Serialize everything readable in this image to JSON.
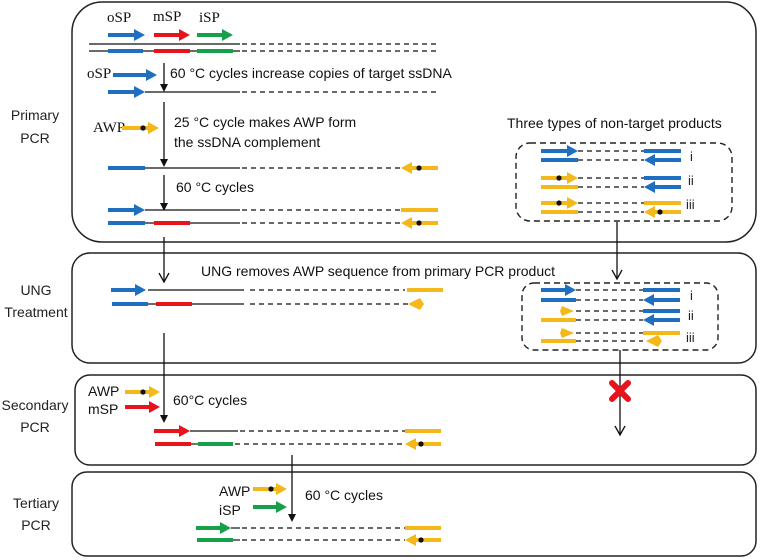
{
  "colors": {
    "oSP": "#1f6fc0",
    "mSP": "#e8141b",
    "iSP": "#17a04a",
    "AWP": "#f5b81a",
    "line": "#111111",
    "block": "#e8141b"
  },
  "stages": {
    "primary": {
      "label_line1": "Primary",
      "label_line2": "PCR",
      "primer_headers": [
        "oSP",
        "mSP",
        "iSP"
      ],
      "step1_primer": "oSP",
      "step1_note": "60 °C cycles increase copies of target ssDNA",
      "step2_primer": "AWP",
      "step2_note_line1": "25  °C  cycle  makes  AWP  form",
      "step2_note_line2": "the ssDNA complement",
      "step3_note": "60 °C cycles",
      "nontarget_title": "Three types of non-target products",
      "nontarget_types": [
        "i",
        "ii",
        "iii"
      ]
    },
    "ung": {
      "label_line1": "UNG",
      "label_line2": "Treatment",
      "note": "UNG removes AWP sequence from primary PCR product",
      "nontarget_types": [
        "i",
        "ii",
        "iii"
      ]
    },
    "secondary": {
      "label_line1": "Secondary",
      "label_line2": "PCR",
      "primers": [
        "AWP",
        "mSP"
      ],
      "note": "60°C cycles",
      "blocked_icon": "cross-icon"
    },
    "tertiary": {
      "label_line1": "Tertiary",
      "label_line2": "PCR",
      "primers": [
        "AWP",
        "iSP"
      ],
      "note": "60 °C cycles"
    }
  }
}
